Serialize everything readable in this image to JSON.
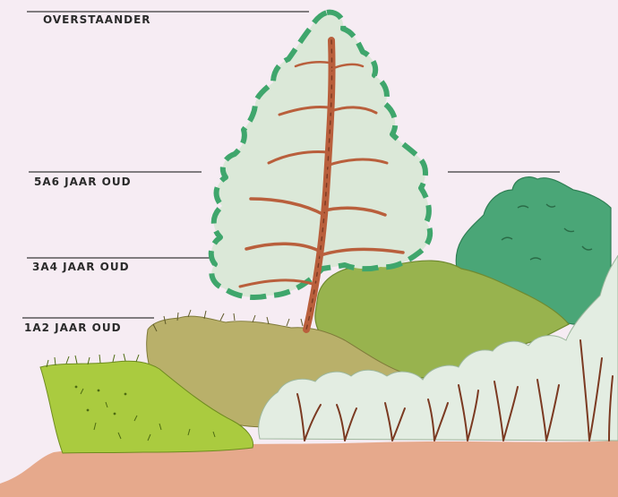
{
  "labels": {
    "overstaander": "OVERSTAANDER",
    "age_5_6": "5A6 JAAR OUD",
    "age_3_4": "3A4 JAAR OUD",
    "age_1_2": "1A2 JAAR OUD"
  },
  "colors": {
    "background": "#f6ecf3",
    "ground": "#e6a98c",
    "pine_foliage": "#dbe8d8",
    "pine_edge": "#3fa66c",
    "pine_trunk": "#b95f3c",
    "dark_green_shrub": "#4aa677",
    "olive_shrub": "#98b34e",
    "khaki_shrub": "#b9b06a",
    "grass": "#aacb3f",
    "pale_shrubs": "#e3ede2",
    "stems": "#7b3a22"
  }
}
